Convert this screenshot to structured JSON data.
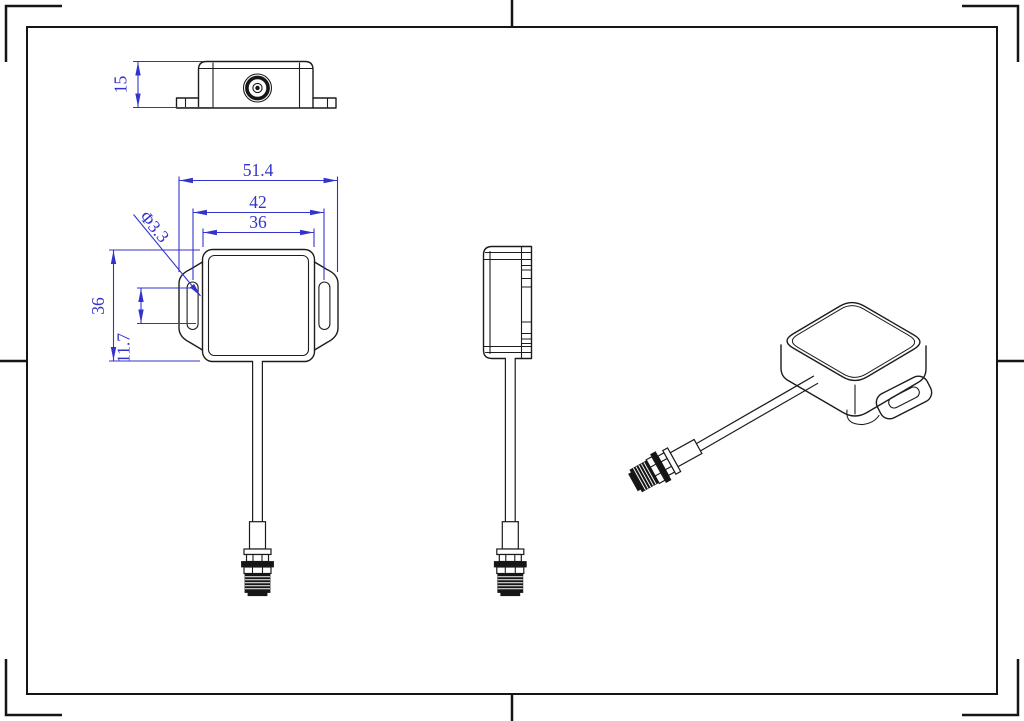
{
  "sheet": {
    "background": "#ffffff",
    "frame_color": "#151515",
    "part_line_color": "#1c1c1c",
    "dimension_color": "#3333cc"
  },
  "dims": {
    "height": "15",
    "overall_width": "51.4",
    "mount_slot_spacing": "42",
    "body_width": "36",
    "body_height": "36",
    "slot_length": "11.7",
    "slot_diameter": "Φ3.3"
  },
  "views": {
    "top_left": "side elevation with connector face",
    "middle_left": "front view with mounting ears and cable",
    "center": "side profile with cable",
    "right": "isometric view with cable and SMA connector"
  }
}
